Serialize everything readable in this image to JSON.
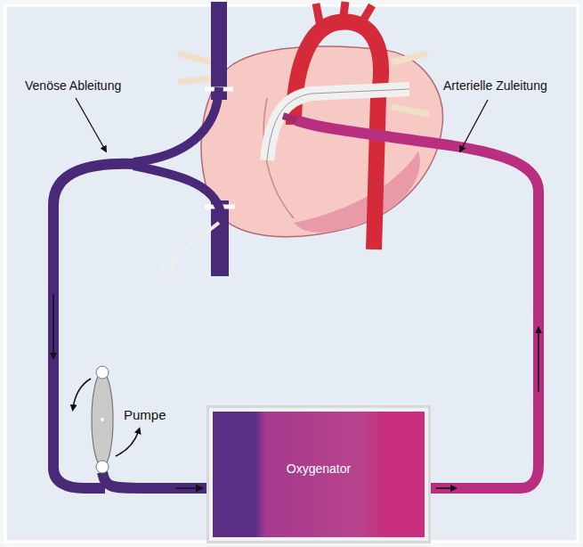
{
  "diagram": {
    "nodes": [
      {
        "text": [
          "Pumpe"
        ]
      },
      {
        "text": [
          "Oxygenator"
        ]
      }
    ],
    "edges": [
      {
        "from": 0,
        "to": 1,
        "arrow": "to"
      }
    ],
    "labels": [
      "Venöse Ableitung",
      "Arterielle Zuleitung"
    ]
  }
}
